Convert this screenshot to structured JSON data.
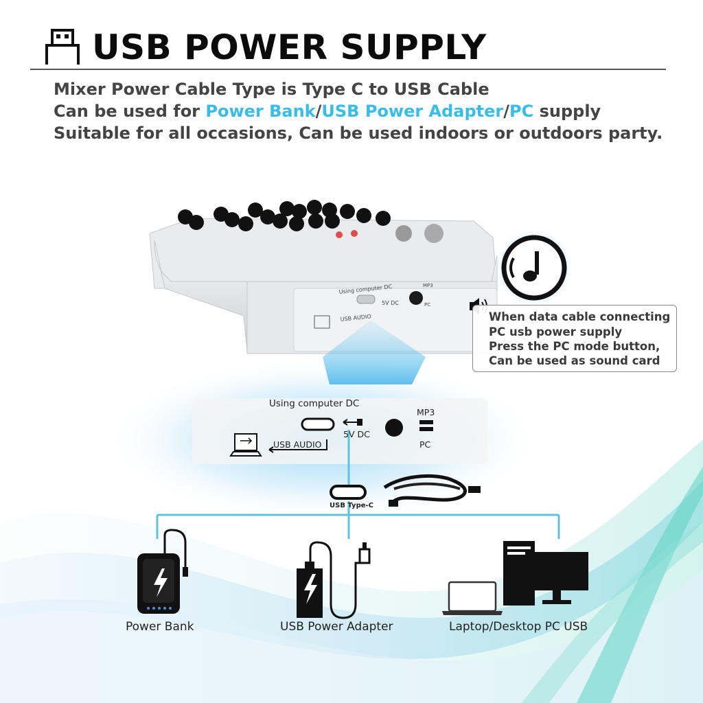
{
  "header": {
    "title": "USB POWER SUPPLY",
    "icon": "usb-plug-icon"
  },
  "description": {
    "line1": "Mixer Power Cable Type is Type C to USB Cable",
    "line2_prefix": "Can be used for ",
    "line2_hl1": "Power Bank",
    "line2_sep1": "/",
    "line2_hl2": "USB Power Adapter",
    "line2_sep2": "/",
    "line2_hl3": "PC",
    "line2_suffix": " supply",
    "line3": "Suitable for all occasions, Can be used indoors or outdoors party."
  },
  "mixer_back": {
    "computer_dc": "Using computer DC",
    "dc_label": "5V DC",
    "mp3_label": "MP3",
    "pc_label": "PC",
    "usb_audio": "USB AUDIO"
  },
  "callout": {
    "lines": [
      "When data cable connecting",
      "PC usb power supply",
      "Press the PC mode button,",
      "Can be used as  sound card"
    ],
    "icon": "speaker-icon"
  },
  "panel": {
    "computer_dc": "Using computer DC",
    "dc_label": "5V DC",
    "mp3_label": "MP3",
    "pc_label": "PC",
    "usb_audio": "USB AUDIO",
    "type_c": "USB Type-C"
  },
  "devices": {
    "power_bank": "Power Bank",
    "adapter": "USB Power Adapter",
    "pc": "Laptop/Desktop PC USB"
  },
  "colors": {
    "accent": "#36bde8",
    "line": "#5cc3df",
    "title": "#0b0b0b",
    "text": "#444444"
  }
}
